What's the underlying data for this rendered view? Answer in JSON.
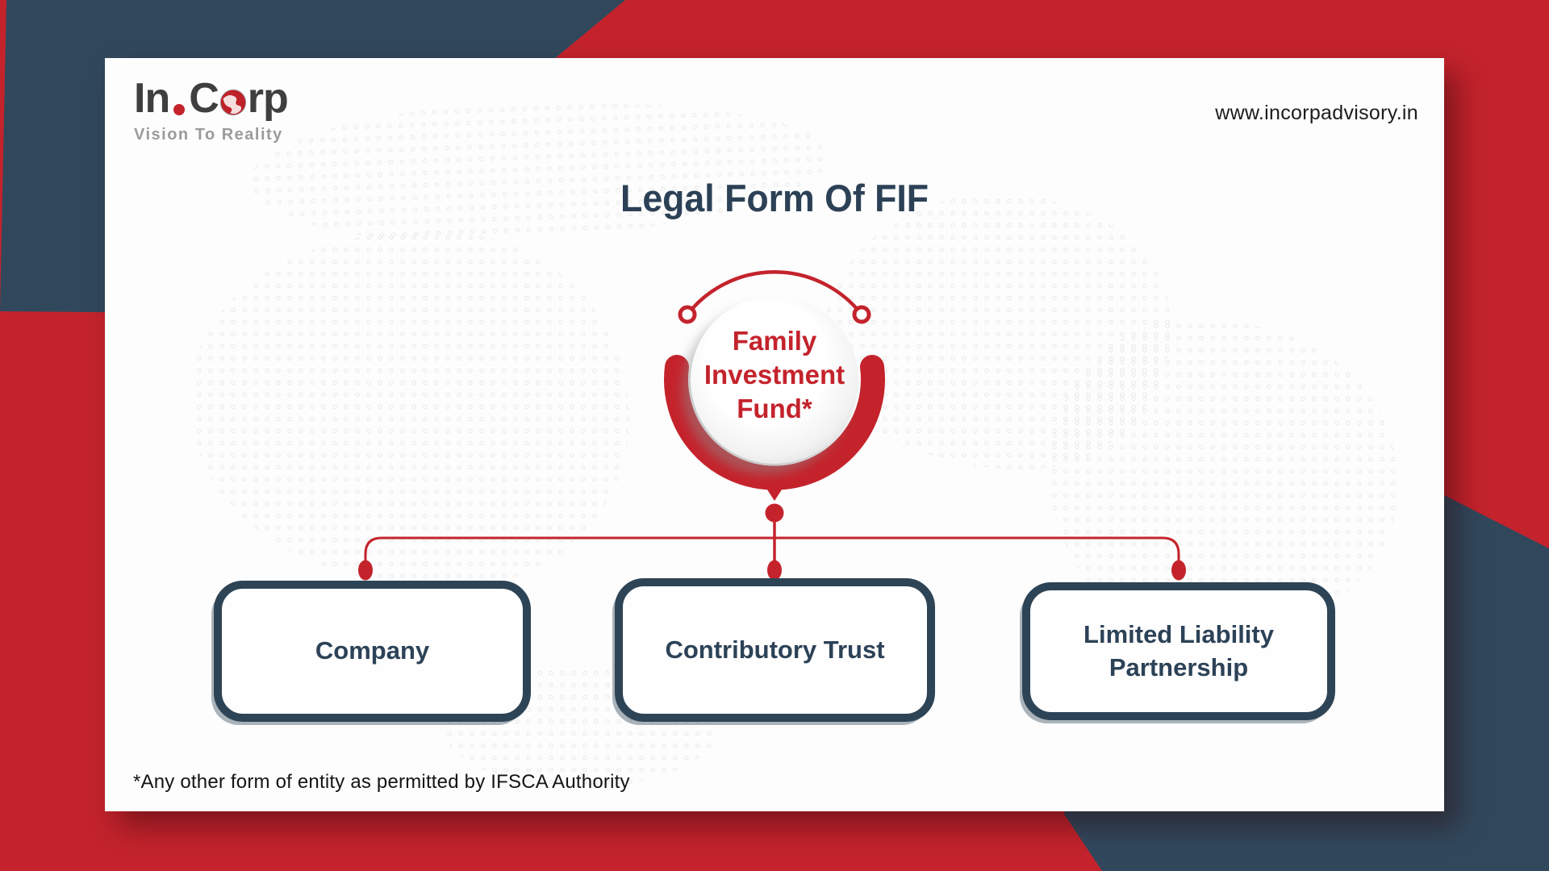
{
  "brand": {
    "logo_in": "In",
    "logo_c": "C",
    "logo_rp": "rp",
    "tagline": "Vision To Reality",
    "website": "www.incorpadvisory.in"
  },
  "title": "Legal Form Of FIF",
  "diagram": {
    "root_label": "Family Investment Fund*",
    "children": [
      {
        "label": "Company"
      },
      {
        "label": "Contributory Trust"
      },
      {
        "label": "Limited Liability Partnership"
      }
    ]
  },
  "footnote": "*Any other form of entity as permitted by IFSCA Authority",
  "colors": {
    "accent_red": "#c4232c",
    "navy": "#31485c",
    "text_navy": "#2c4257",
    "logo_gray": "#3f3f3f"
  }
}
